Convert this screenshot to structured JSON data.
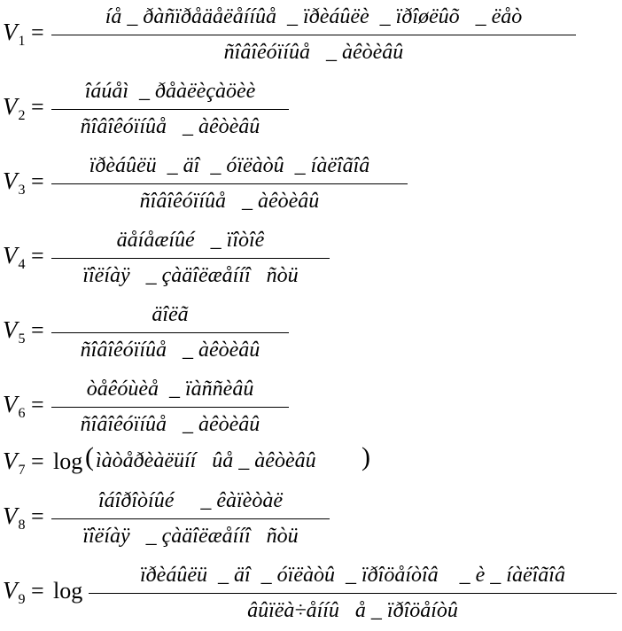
{
  "equations": [
    {
      "var": "V",
      "sub": "1",
      "eq": "=",
      "type": "frac",
      "num": "íå _ ðàñïðåäåëåííûå  _ ïðèáûëè  _ ïðîøëûõ   _ ëåò",
      "den": "ñîâîêóïíûå   _ àêòèâû"
    },
    {
      "var": "V",
      "sub": "2",
      "eq": "=",
      "type": "frac",
      "num": "îáúåì  _ ðåàëèçàöèè",
      "den": "ñîâîêóïíûå   _ àêòèâû"
    },
    {
      "var": "V",
      "sub": "3",
      "eq": "=",
      "type": "frac",
      "num": "ïðèáûëü  _ äî  _ óïëàòû  _ íàëîãîâ",
      "den": "ñîâîêóïíûå   _ àêòèâû"
    },
    {
      "var": "V",
      "sub": "4",
      "eq": "=",
      "type": "frac",
      "num": "äåíåæíûé   _ ïîòîê",
      "den": "ïîëíàÿ   _ çàäîëæåííî   ñòü"
    },
    {
      "var": "V",
      "sub": "5",
      "eq": "=",
      "type": "frac",
      "num": "äîëã",
      "den": "ñîâîêóïíûå   _ àêòèâû"
    },
    {
      "var": "V",
      "sub": "6",
      "eq": "=",
      "type": "frac",
      "num": "òåêóùèå  _ ïàññèâû",
      "den": "ñîâîêóïíûå   _ àêòèâû"
    },
    {
      "var": "V",
      "sub": "7",
      "eq": "=",
      "type": "log",
      "log": "log",
      "arg": "ìàòåðèàëüíí   ûå _ àêòèâû "
    },
    {
      "var": "V",
      "sub": "8",
      "eq": "=",
      "type": "frac",
      "num": "îáîðîòíûé     _ êàïèòàë",
      "den": "ïîëíàÿ   _ çàäîëæåííî   ñòü"
    },
    {
      "var": "V",
      "sub": "9",
      "eq": "=",
      "type": "logfrac",
      "log": "log",
      "num": "ïðèáûëü  _ äî  _ óïëàòû  _ ïðîöåíòîâ    _ è _ íàëîãîâ",
      "den": "âûïëà÷åííû   å _ ïðîöåíòû"
    }
  ]
}
